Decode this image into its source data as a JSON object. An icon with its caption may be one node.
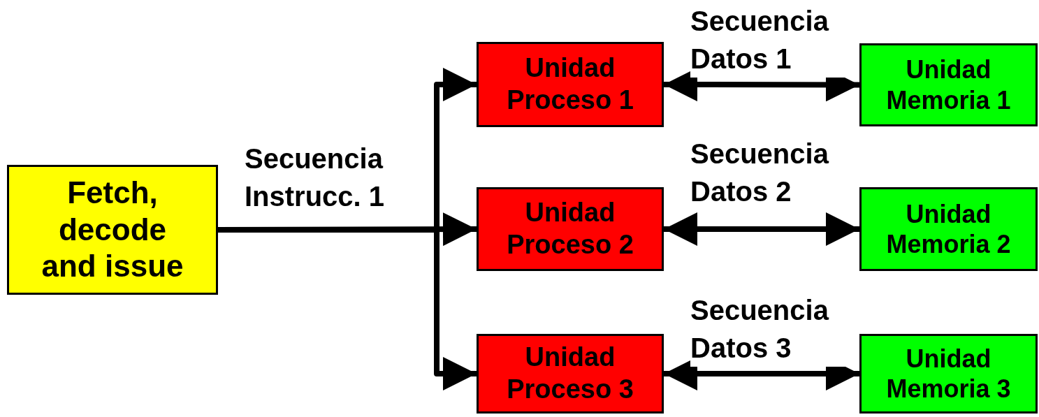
{
  "diagram": {
    "nodes": [
      {
        "text": [
          "Fetch, decode and issue"
        ]
      },
      {
        "text": [
          "Unidad Proceso 1"
        ]
      },
      {
        "text": [
          "Unidad Proceso 2"
        ]
      },
      {
        "text": [
          "Unidad Proceso 3"
        ]
      },
      {
        "text": [
          "Unidad Memoria 1"
        ]
      },
      {
        "text": [
          "Unidad Memoria 2"
        ]
      },
      {
        "text": [
          "Unidad Memoria 3"
        ]
      }
    ],
    "edges": [
      {
        "from": 0,
        "to": 1,
        "arrow": "to"
      },
      {
        "from": 0,
        "to": 2,
        "arrow": "to",
        "label": "Secuencia Instrucc. 1"
      },
      {
        "from": 0,
        "to": 3,
        "arrow": "to"
      },
      {
        "from": 1,
        "to": 4,
        "arrow": "both",
        "label": "Secuencia Datos 1"
      },
      {
        "from": 2,
        "to": 5,
        "arrow": "both",
        "label": "Secuencia Datos 2"
      },
      {
        "from": 3,
        "to": 6,
        "arrow": "both",
        "label": "Secuencia Datos 3"
      }
    ]
  }
}
